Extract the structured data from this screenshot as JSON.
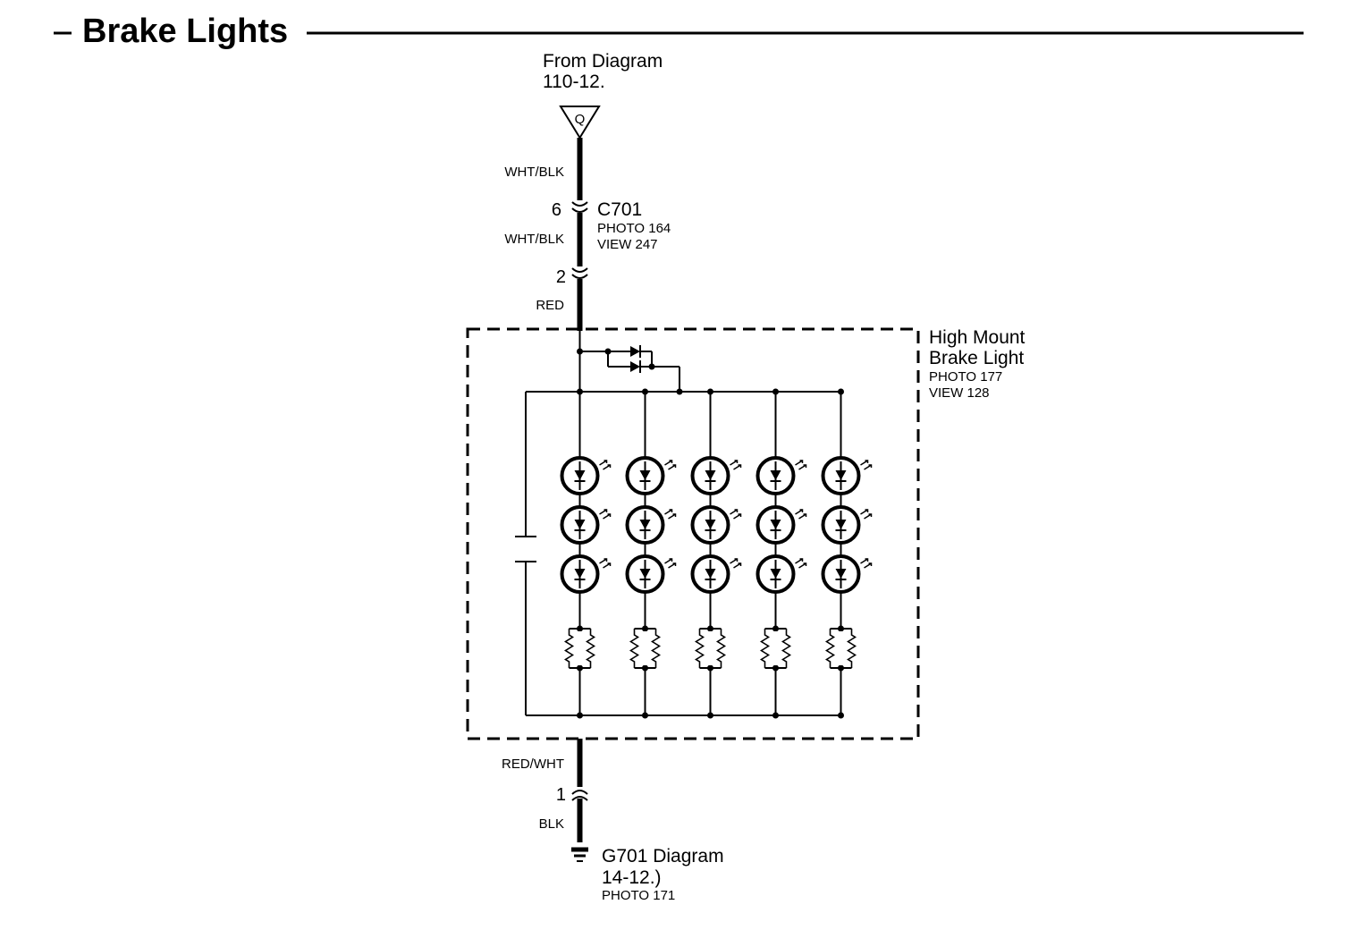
{
  "title": "Brake Lights",
  "source": {
    "line1": "From Diagram",
    "line2": "110-12.",
    "connector_letter": "Q"
  },
  "wires": {
    "w1": "WHT/BLK",
    "w2": "WHT/BLK",
    "w3": "RED",
    "w4": "RED/WHT",
    "w5": "BLK"
  },
  "connector_c701": {
    "name": "C701",
    "photo": "PHOTO 164",
    "view": "VIEW 247",
    "pin_top": "6",
    "pin_bottom": "2"
  },
  "component": {
    "line1": "High Mount",
    "line2": "Brake Light",
    "photo": "PHOTO 177",
    "view": "VIEW 128"
  },
  "ground_connector": {
    "pin": "1"
  },
  "ground": {
    "line1": "G701 Diagram",
    "line2": "14-12.)",
    "photo": "PHOTO 171"
  },
  "led_matrix": {
    "columns": 5,
    "leds_per_column": 3
  },
  "icons": {
    "connector": "connector-arrow-icon",
    "diode": "diode-icon",
    "led": "led-icon",
    "resistor": "resistor-icon",
    "capacitor": "capacitor-icon",
    "ground": "ground-icon"
  }
}
